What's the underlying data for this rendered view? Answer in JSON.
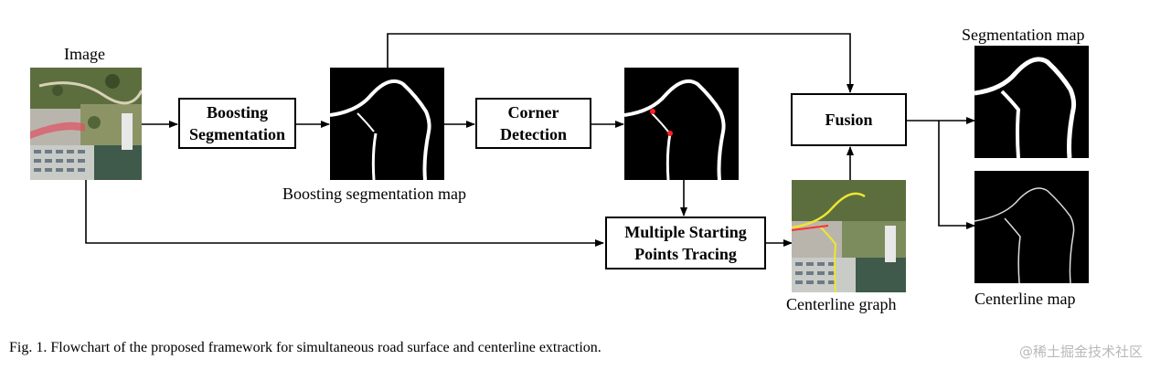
{
  "figure": {
    "labels": {
      "image": "Image",
      "boosting_map": "Boosting segmentation map",
      "segmentation_map": "Segmentation map",
      "centerline_graph": "Centerline graph",
      "centerline_map": "Centerline map"
    },
    "boxes": {
      "boosting": [
        "Boosting",
        "Segmentation"
      ],
      "corner": [
        "Corner",
        "Detection"
      ],
      "tracing": [
        "Multiple Starting",
        "Points Tracing"
      ],
      "fusion": [
        "Fusion"
      ]
    },
    "caption": "Fig. 1.   Flowchart of the proposed framework for simultaneous road surface and centerline extraction.",
    "watermark": "@稀土掘金技术社区"
  }
}
